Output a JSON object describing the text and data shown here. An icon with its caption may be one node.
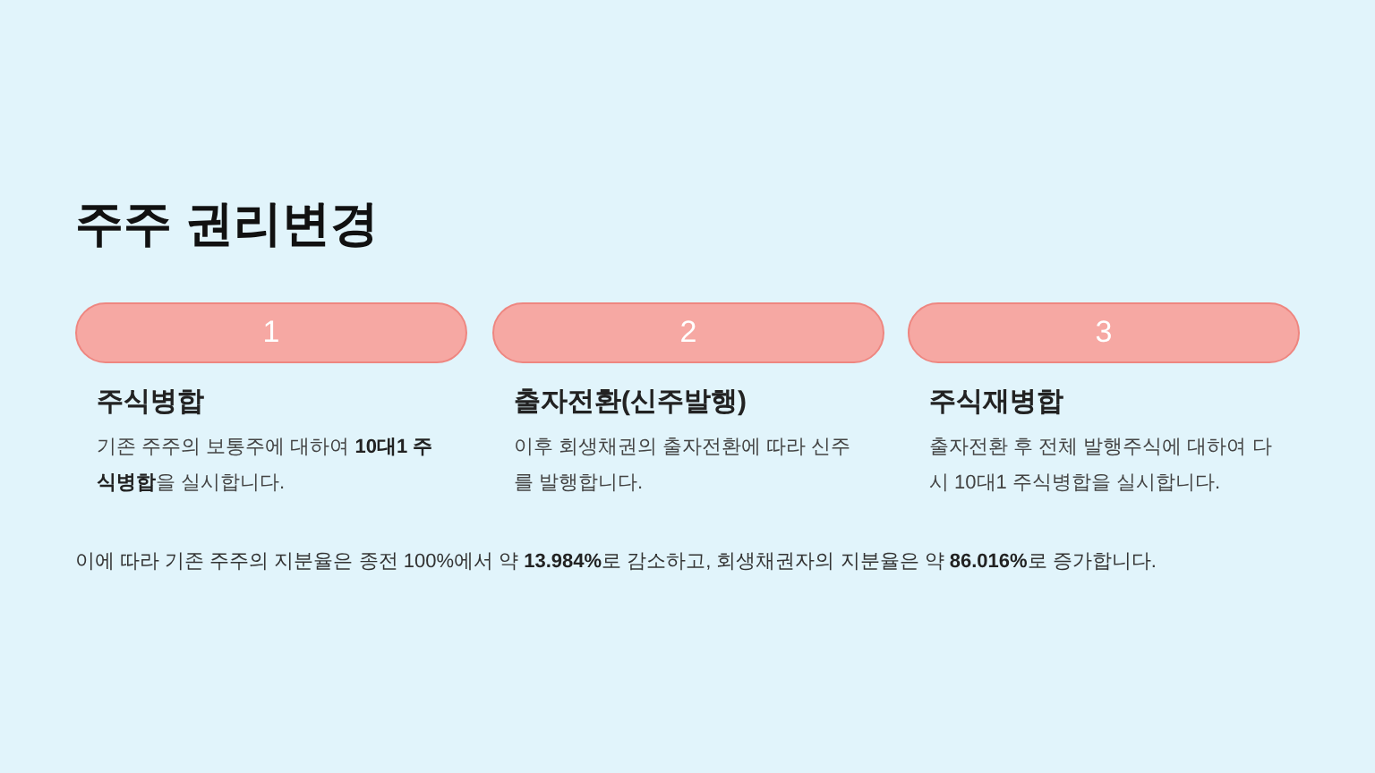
{
  "diagram": {
    "title": "주주 권리변경",
    "nodes": [
      {
        "text": [
          "1"
        ],
        "beside": [
          "주식병합",
          "기존 주주의 보통주에 대하여 **10대1 주식병합**을 실시합니다."
        ]
      },
      {
        "text": [
          "2"
        ],
        "beside": [
          "출자전환(신주발행)",
          "이후 회생채권의 출자전환에 따라 신주를 발행합니다."
        ]
      },
      {
        "text": [
          "3"
        ],
        "beside": [
          "주식재병합",
          "출자전환 후 전체 발행주식에 대하여 다시 10대1 주식병합을 실시합니다."
        ]
      }
    ],
    "labels": [
      "이에 따라 기존 주주의 지분율은 종전 100%에서 약 **13.984%**로 감소하고, 회생채권자의 지분율은 약 **86.016%**로 증가합니다."
    ]
  }
}
